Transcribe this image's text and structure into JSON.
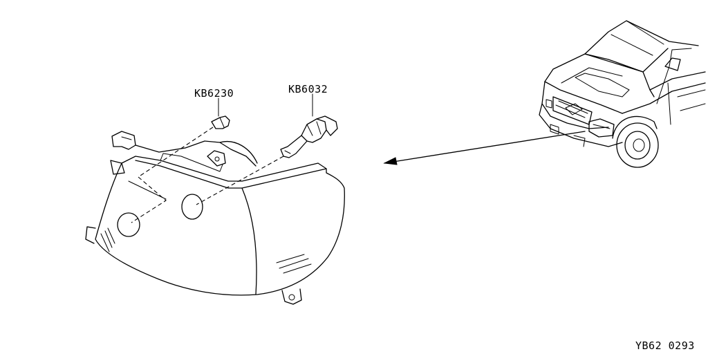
{
  "parts": {
    "side_marker_bulb_code": "KB6230",
    "headlamp_bulb_code": "KB6032"
  },
  "figure_code": "YB62 0293",
  "colors": {
    "ink": "#000000",
    "paper": "#ffffff"
  }
}
